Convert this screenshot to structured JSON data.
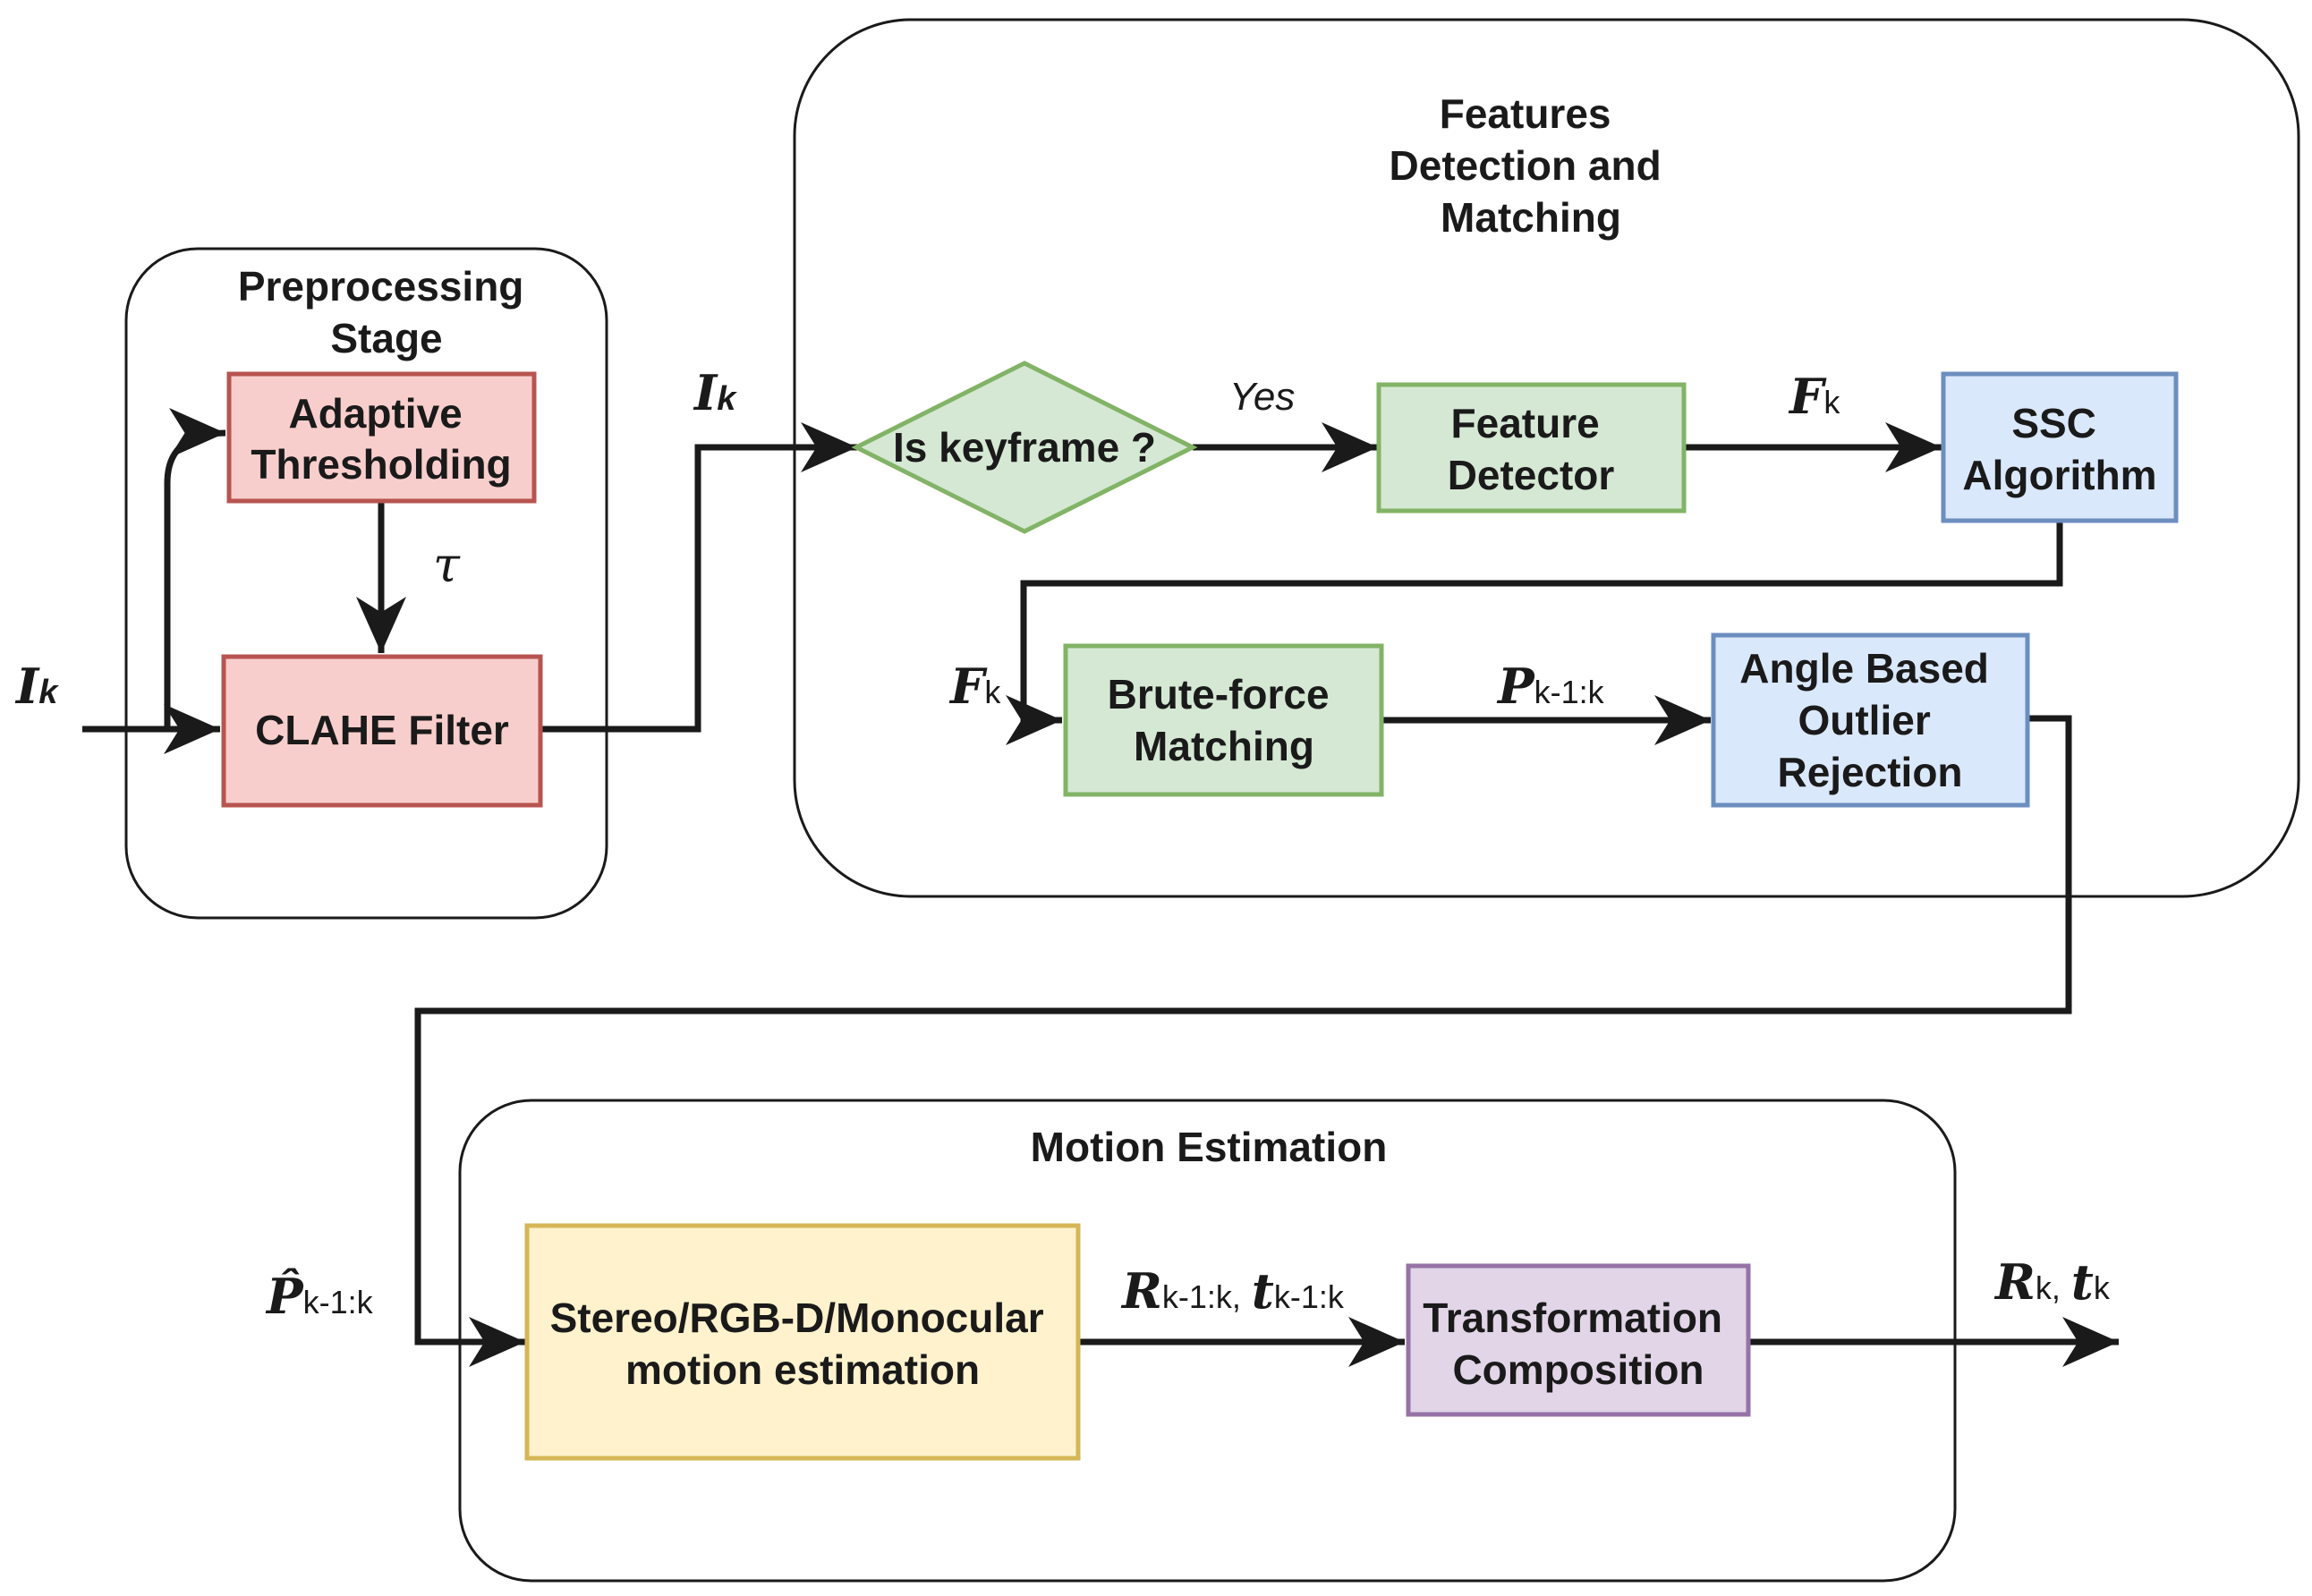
{
  "groups": {
    "preprocessing": {
      "title_line1": "Preprocessing",
      "title_line2": "Stage"
    },
    "features": {
      "title_line1": "Features",
      "title_line2": "Detection and",
      "title_line3": "Matching"
    },
    "motion": {
      "title": "Motion Estimation"
    }
  },
  "nodes": {
    "adaptive_thresholding": {
      "line1": "Adaptive",
      "line2": "Thresholding",
      "color": "#f8cecc",
      "border": "#b85450"
    },
    "clahe_filter": {
      "line1": "CLAHE Filter",
      "color": "#f8cecc",
      "border": "#b85450"
    },
    "is_keyframe": {
      "line1": "Is keyframe ?",
      "color": "#d5e8d4",
      "border": "#82b366"
    },
    "feature_detector": {
      "line1": "Feature",
      "line2": "Detector",
      "color": "#d5e8d4",
      "border": "#82b366"
    },
    "ssc_algorithm": {
      "line1": "SSC",
      "line2": "Algorithm",
      "color": "#dae8fc",
      "border": "#6c8ebf"
    },
    "brute_force": {
      "line1": "Brute-force",
      "line2": "Matching",
      "color": "#d5e8d4",
      "border": "#82b366"
    },
    "angle_outlier": {
      "line1": "Angle Based",
      "line2": "Outlier",
      "line3": "Rejection",
      "color": "#dae8fc",
      "border": "#6c8ebf"
    },
    "motion_estimation": {
      "line1": "Stereo/RGB-D/Monocular",
      "line2": "motion estimation",
      "color": "#fff2cc",
      "border": "#d6b656"
    },
    "transformation": {
      "line1": "Transformation",
      "line2": "Composition",
      "color": "#e1d5e7",
      "border": "#9673a6"
    }
  },
  "edge_labels": {
    "input_ik": {
      "sym": "I",
      "sub": "k"
    },
    "tau": {
      "sym": "τ"
    },
    "ik_out": {
      "sym": "I",
      "sub": "k"
    },
    "yes": {
      "text": "Yes"
    },
    "fk_top": {
      "sym": "F",
      "sub": "k"
    },
    "fk_left": {
      "sym": "F",
      "sub": "k"
    },
    "p_match": {
      "sym": "P",
      "sub": "k-1:k"
    },
    "p_hat": {
      "sym": "P̂",
      "sub": "k-1:k"
    },
    "rt_mid": {
      "sym1": "R",
      "sub1": "k-1:k,",
      "sym2": "t",
      "sub2": "k-1:k"
    },
    "rt_out": {
      "sym1": "R",
      "sub1": "k,",
      "sym2": "t",
      "sub2": "k"
    }
  }
}
